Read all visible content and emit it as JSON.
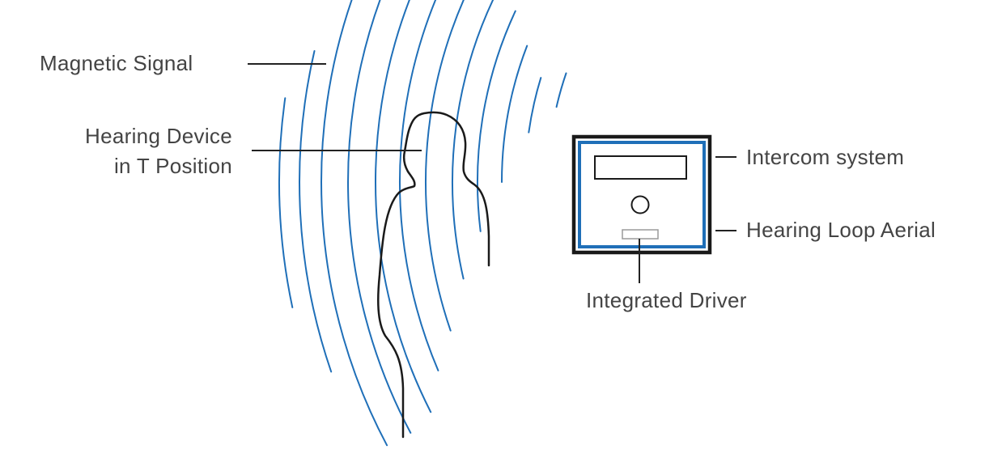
{
  "labels": {
    "magnetic_signal": "Magnetic Signal",
    "hearing_device_line1": "Hearing Device",
    "hearing_device_line2": "in T Position",
    "intercom_system": "Intercom system",
    "hearing_loop_aerial": "Hearing Loop Aerial",
    "integrated_driver": "Integrated Driver"
  },
  "colors": {
    "signal_wave": "#1f6fb8",
    "aerial_loop": "#1f6fb8",
    "outline": "#1a1a1a",
    "label_text": "#444444",
    "leader_line": "#222222",
    "driver_outline": "#9a9a9a"
  },
  "icons": {
    "person": "person-silhouette-icon",
    "intercom": "intercom-panel-icon"
  }
}
